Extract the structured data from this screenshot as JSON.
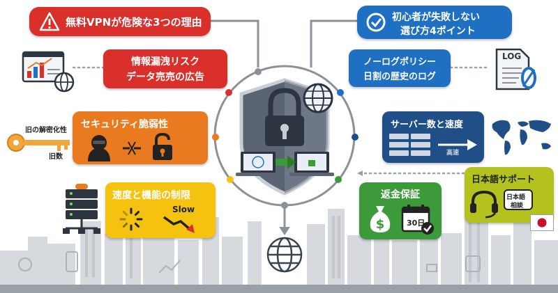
{
  "left": {
    "reasons_title": "無料VPNが危険な3つの理由",
    "risk_line1": "情報漏洩リスク",
    "risk_line2": "データ売売の広告",
    "security_title": "セキュリティ脆弱性",
    "key_label_top": "旧の解密化性",
    "key_label_bottom": "旧数",
    "speed_title": "速度と機能の制限",
    "slow_label": "Slow"
  },
  "right": {
    "points_line1": "初心者が失敗しない",
    "points_line2": "選び方4ポイント",
    "nolog_line1": "ノーログポリシー",
    "nolog_line2": "日割の歴史のログ",
    "log_file_label": "LOG",
    "server_title": "サーバー数と速度",
    "server_speed_label": "高速",
    "japanese_title": "日本語サポート",
    "japanese_badge_line1": "日本語",
    "japanese_badge_line2": "相談",
    "refund_title": "返金保証",
    "calendar_label": "30日"
  },
  "colors": {
    "red": "#d9302c",
    "blue": "#1f6fc2",
    "orange": "#ea7a1f",
    "yellow": "#f5c20f",
    "green": "#3d9a3a",
    "lime": "#b3c21e",
    "navy": "#1f4f86",
    "ring": "#8c9099",
    "city": "#d6d9de"
  }
}
